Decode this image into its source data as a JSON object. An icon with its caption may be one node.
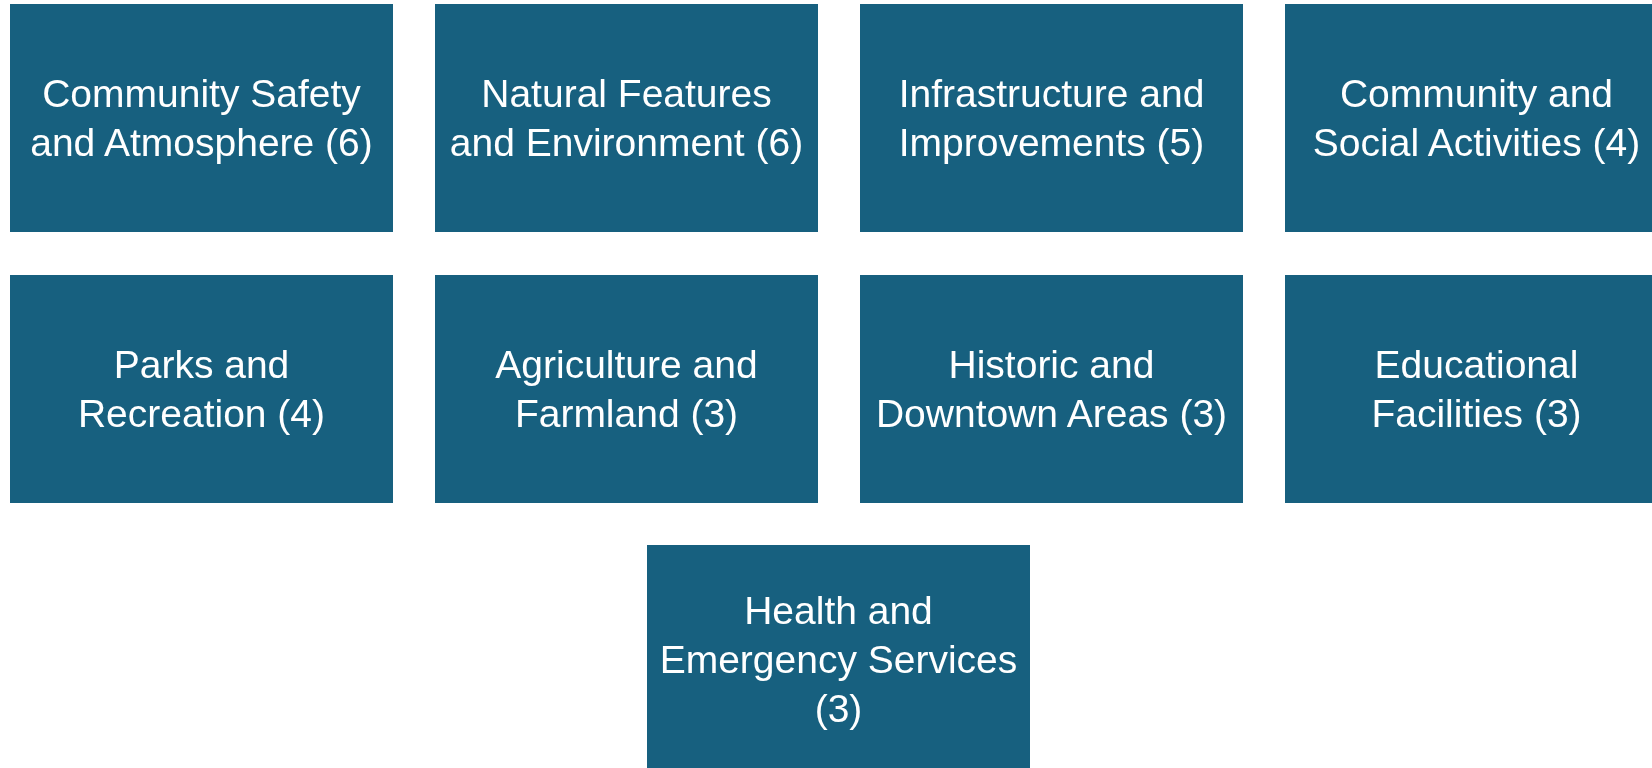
{
  "diagram": {
    "nodes": [
      {
        "text": [
          "Community Safety and Atmosphere (6)"
        ]
      },
      {
        "text": [
          "Natural Features and Environment (6)"
        ]
      },
      {
        "text": [
          "Infrastructure and Improvements (5)"
        ]
      },
      {
        "text": [
          "Community and Social Activities (4)"
        ]
      },
      {
        "text": [
          "Parks and Recreation (4)"
        ]
      },
      {
        "text": [
          "Agriculture and Farmland (3)"
        ]
      },
      {
        "text": [
          "Historic and Downtown Areas (3)"
        ]
      },
      {
        "text": [
          "Educational Facilities (3)"
        ]
      },
      {
        "text": [
          "Health and Emergency Services (3)"
        ]
      }
    ]
  }
}
